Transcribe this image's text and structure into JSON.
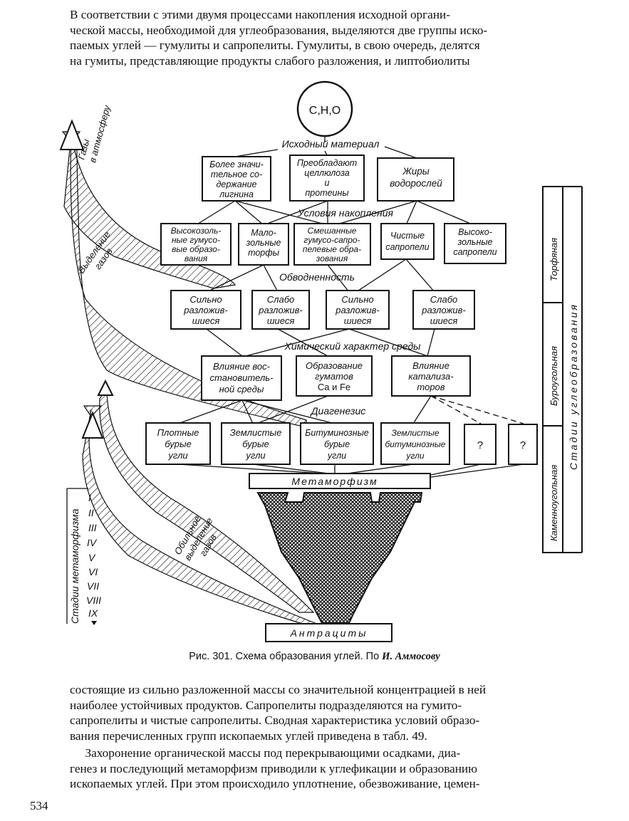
{
  "intro_lines": [
    "В соответствии с этими двумя процессами накопления исходной органи-",
    "ческой массы, необходимой для углеобразования, выделяются две группы иско-",
    "паемых углей — гумулиты и сапропелиты. Гумулиты, в свою очередь, делятся",
    "на гумиты, представляющие продукты слабого разложения, и липтобиолиты"
  ],
  "diagram": {
    "top_circle": "C,H,O",
    "labels": {
      "initial": "Исходный материал",
      "accumulation": "Условия накопления",
      "watering": "Обводненность",
      "chemistry": "Химический характер среды",
      "diagenesis": "Диагенезис",
      "metamorphism": "Метаморфизм",
      "anthracites": "Антрациты"
    },
    "row1": [
      [
        "Более значи-",
        "тельное со-",
        "держание",
        "лигнина"
      ],
      [
        "Преобладают",
        "целлюлоза",
        "и",
        "протеины"
      ],
      [
        "Жиры",
        "водорослей"
      ]
    ],
    "row2": [
      [
        "Высокозоль-",
        "ные гумусо-",
        "вые образо-",
        "вания"
      ],
      [
        "Мало-",
        "зольные",
        "торфы"
      ],
      [
        "Смешанные",
        "гумусо-сапро-",
        "пелевые обра-",
        "зования"
      ],
      [
        "Чистые",
        "сапропели"
      ],
      [
        "Высоко-",
        "зольные",
        "сапропели"
      ]
    ],
    "row3": [
      [
        "Сильно",
        "разложив-",
        "шиеся"
      ],
      [
        "Слабо",
        "разложив-",
        "шиеся"
      ],
      [
        "Сильно",
        "разложив-",
        "шиеся"
      ],
      [
        "Слабо",
        "разложив-",
        "шиеся"
      ]
    ],
    "row4": [
      [
        "Влияние вос-",
        "становитель-",
        "ной среды"
      ],
      [
        "Образование",
        "гуматов",
        "Ca и Fe"
      ],
      [
        "Влияние",
        "катализа-",
        "торов"
      ]
    ],
    "row5": [
      [
        "Плотные",
        "бурые",
        "угли"
      ],
      [
        "Землистые",
        "бурые",
        "угли"
      ],
      [
        "Битуминозные",
        "бурые",
        "угли"
      ],
      [
        "Землистые",
        "битуминозные",
        "угли"
      ],
      [
        "?"
      ],
      [
        "?"
      ]
    ],
    "gases_atmosphere": [
      "Газы",
      "в атмосферу"
    ],
    "gas_release": [
      "Выделение",
      "газов"
    ],
    "abundant_gas": [
      "Обильное",
      "выделение",
      "газов"
    ],
    "metamorphism_stages_title": "Стадии метаморфизма",
    "roman": [
      "I",
      "II",
      "III",
      "IV",
      "V",
      "VI",
      "VII",
      "VIII",
      "IX"
    ],
    "coal_stages_title": "Стадии углеобразования",
    "coal_stages": [
      "Торфяная",
      "Буроугольная",
      "Каменноугольная"
    ]
  },
  "caption": {
    "text": "Рис. 301. Схема образования углей. По ",
    "author": "И. Аммосову"
  },
  "outro1_lines": [
    "состоящие из сильно разложенной массы со значительной концентрацией в ней",
    "наиболее устойчивых продуктов. Сапропелиты подразделяются на гумито-",
    "сапропелиты и чистые сапропелиты. Сводная характеристика условий образо-",
    "вания перечисленных групп ископаемых углей приведена в табл. 49."
  ],
  "outro2_lines": [
    "     Захоронение органической массы под перекрывающими осадками, диа-",
    "генез и последующий метаморфизм приводили к углефикации и образованию",
    "ископаемых углей. При этом происходило уплотнение, обезвоживание, цемен-"
  ],
  "page_number": "534"
}
